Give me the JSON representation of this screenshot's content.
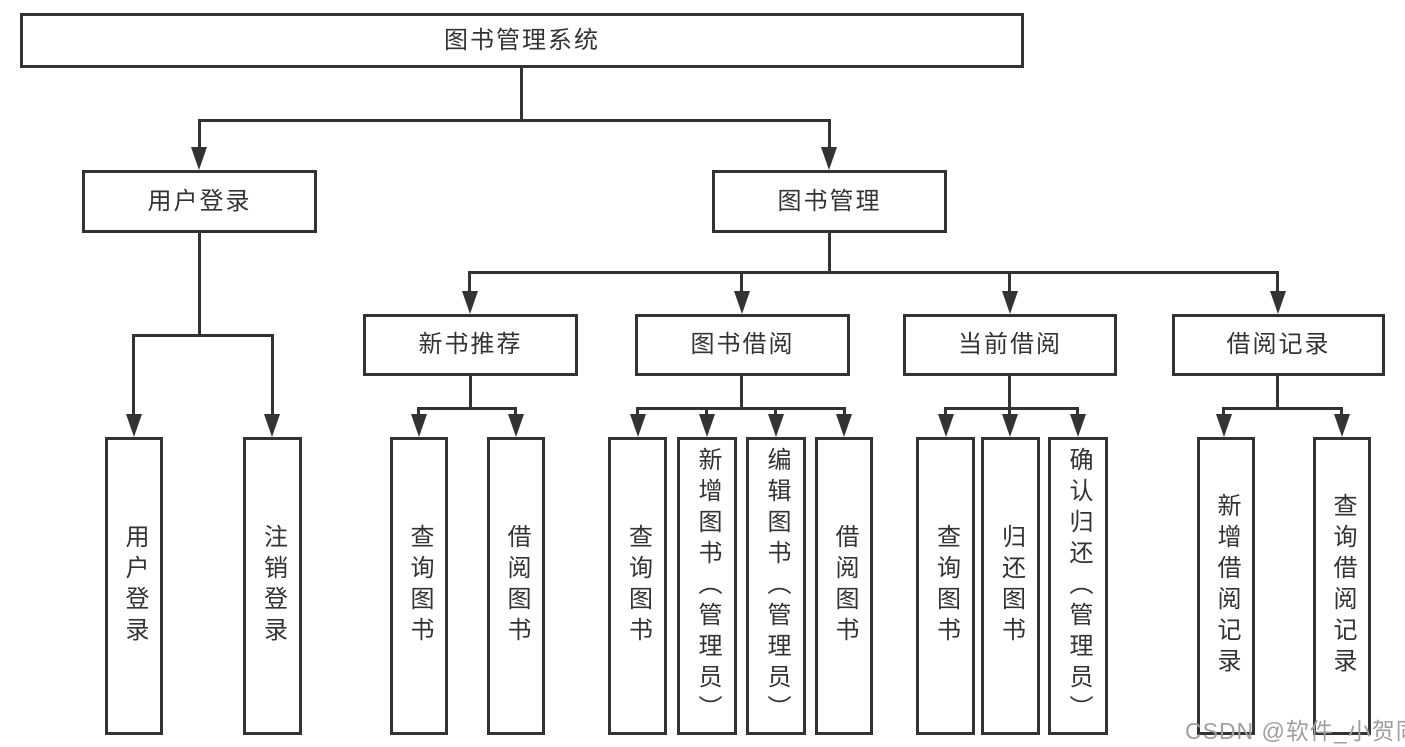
{
  "colors": {
    "line": "#333333",
    "text": "#333333",
    "box_background": "#ffffff",
    "page_background": "#ffffff",
    "watermark": "#9f9f9f"
  },
  "watermark": {
    "text": "CSDN @软件_小贺同学"
  },
  "tree": {
    "label": "图书管理系统",
    "children": [
      {
        "label": "用户登录",
        "children": [
          {
            "label": "用户登录"
          },
          {
            "label": "注销登录"
          }
        ]
      },
      {
        "label": "图书管理",
        "children": [
          {
            "label": "新书推荐",
            "children": [
              {
                "label": "查询图书"
              },
              {
                "label": "借阅图书"
              }
            ]
          },
          {
            "label": "图书借阅",
            "children": [
              {
                "label": "查询图书"
              },
              {
                "label": "新增图书（管理员）"
              },
              {
                "label": "编辑图书（管理员）"
              },
              {
                "label": "借阅图书"
              }
            ]
          },
          {
            "label": "当前借阅",
            "children": [
              {
                "label": "查询图书"
              },
              {
                "label": "归还图书"
              },
              {
                "label": "确认归还（管理员）"
              }
            ]
          },
          {
            "label": "借阅记录",
            "children": [
              {
                "label": "新增借阅记录"
              },
              {
                "label": "查询借阅记录"
              }
            ]
          }
        ]
      }
    ]
  }
}
